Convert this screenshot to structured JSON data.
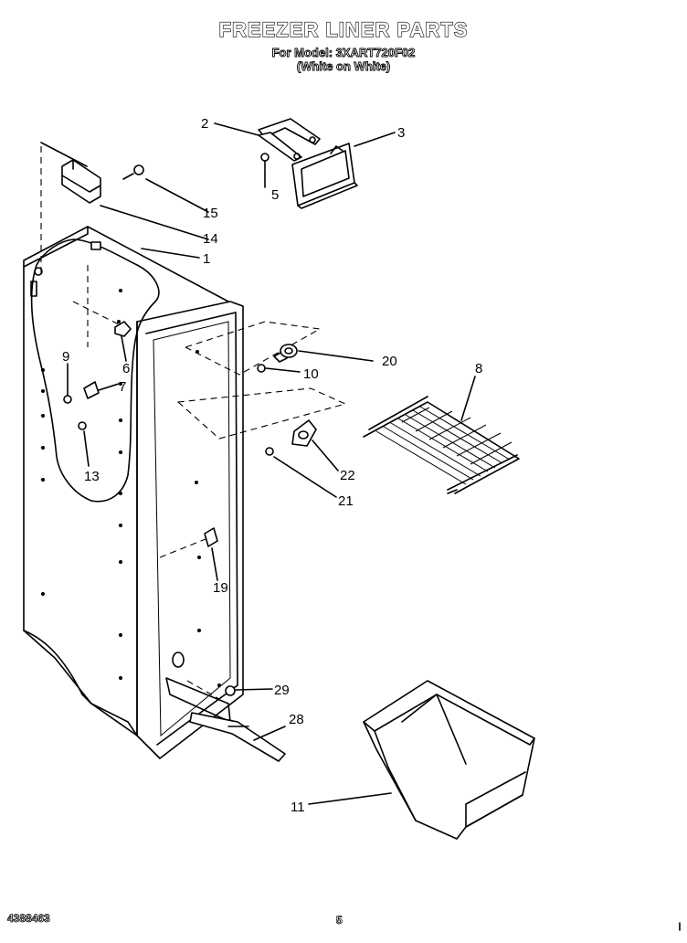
{
  "header": {
    "title": "FREEZER LINER PARTS",
    "model_line": "For Model: 3XART720F02",
    "variant_line": "(White on White)"
  },
  "footer": {
    "doc_number": "4388463",
    "page_number": "5"
  },
  "callouts": [
    "1",
    "2",
    "3",
    "5",
    "6",
    "7",
    "8",
    "9",
    "10",
    "11",
    "13",
    "14",
    "15",
    "19",
    "20",
    "21",
    "22",
    "28",
    "29"
  ]
}
